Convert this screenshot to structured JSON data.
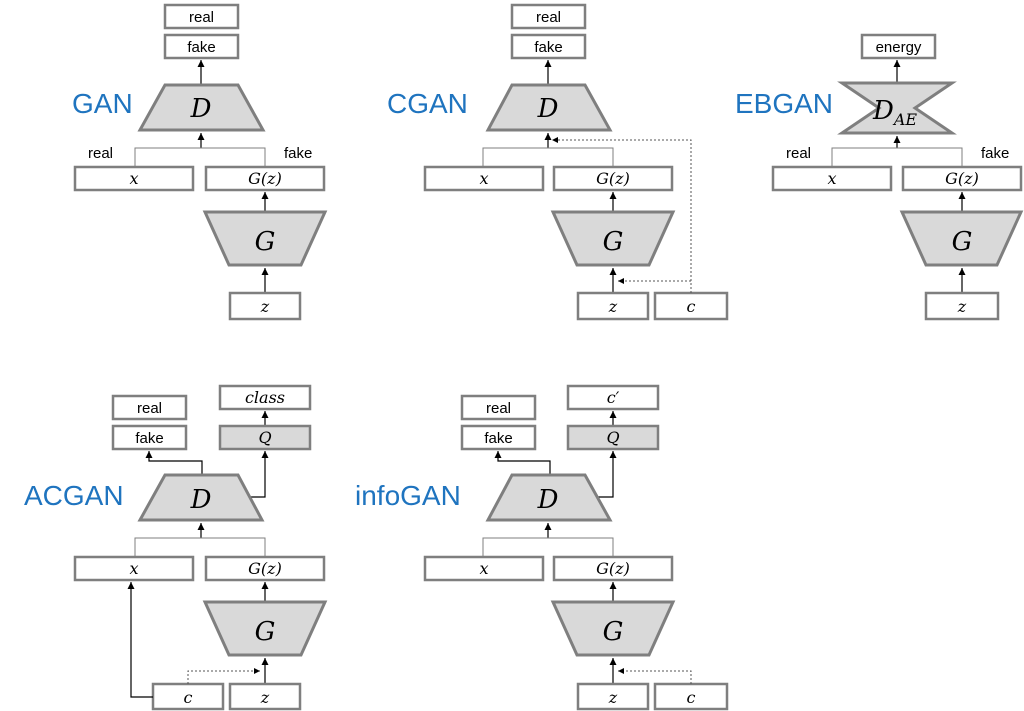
{
  "titles": {
    "gan": "GAN",
    "cgan": "CGAN",
    "ebgan": "EBGAN",
    "acgan": "ACGAN",
    "infogan": "infoGAN"
  },
  "labels": {
    "real": "real",
    "fake": "fake",
    "energy": "energy",
    "x": "x",
    "gz": "G(z)",
    "z": "z",
    "c": "c",
    "class": "class",
    "c_prime": "c′",
    "D": "D",
    "G": "G",
    "Q": "Q",
    "AE": "AE"
  }
}
